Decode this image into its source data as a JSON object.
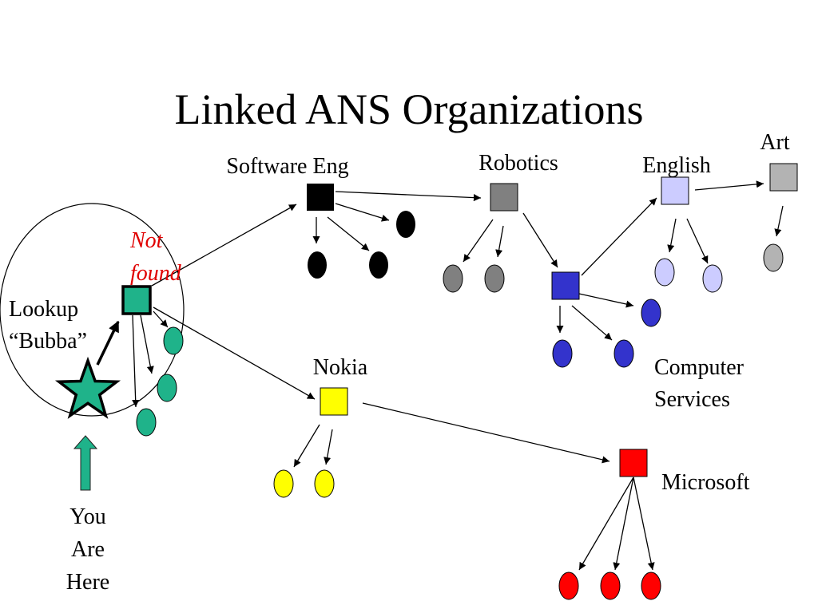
{
  "title": "Linked ANS Organizations",
  "labels": {
    "software_eng": "Software Eng",
    "robotics": "Robotics",
    "english": "English",
    "art": "Art",
    "nokia": "Nokia",
    "computer_services_1": "Computer",
    "computer_services_2": "Services",
    "microsoft": "Microsoft",
    "not_found_1": "Not",
    "not_found_2": "found",
    "lookup_1": "Lookup",
    "lookup_2": "“Bubba”",
    "you": "You",
    "are": "Are",
    "here": "Here"
  },
  "colors": {
    "local": "#1fb38a",
    "software_eng": "#000000",
    "robotics": "#808080",
    "computer_services": "#3333cc",
    "english": "#ccccff",
    "art": "#b3b3b3",
    "nokia": "#ffff00",
    "microsoft": "#ff0000",
    "not_found": "#e00000"
  },
  "icons": {
    "you_are_here": "star-icon",
    "pointer": "up-arrow-icon"
  }
}
